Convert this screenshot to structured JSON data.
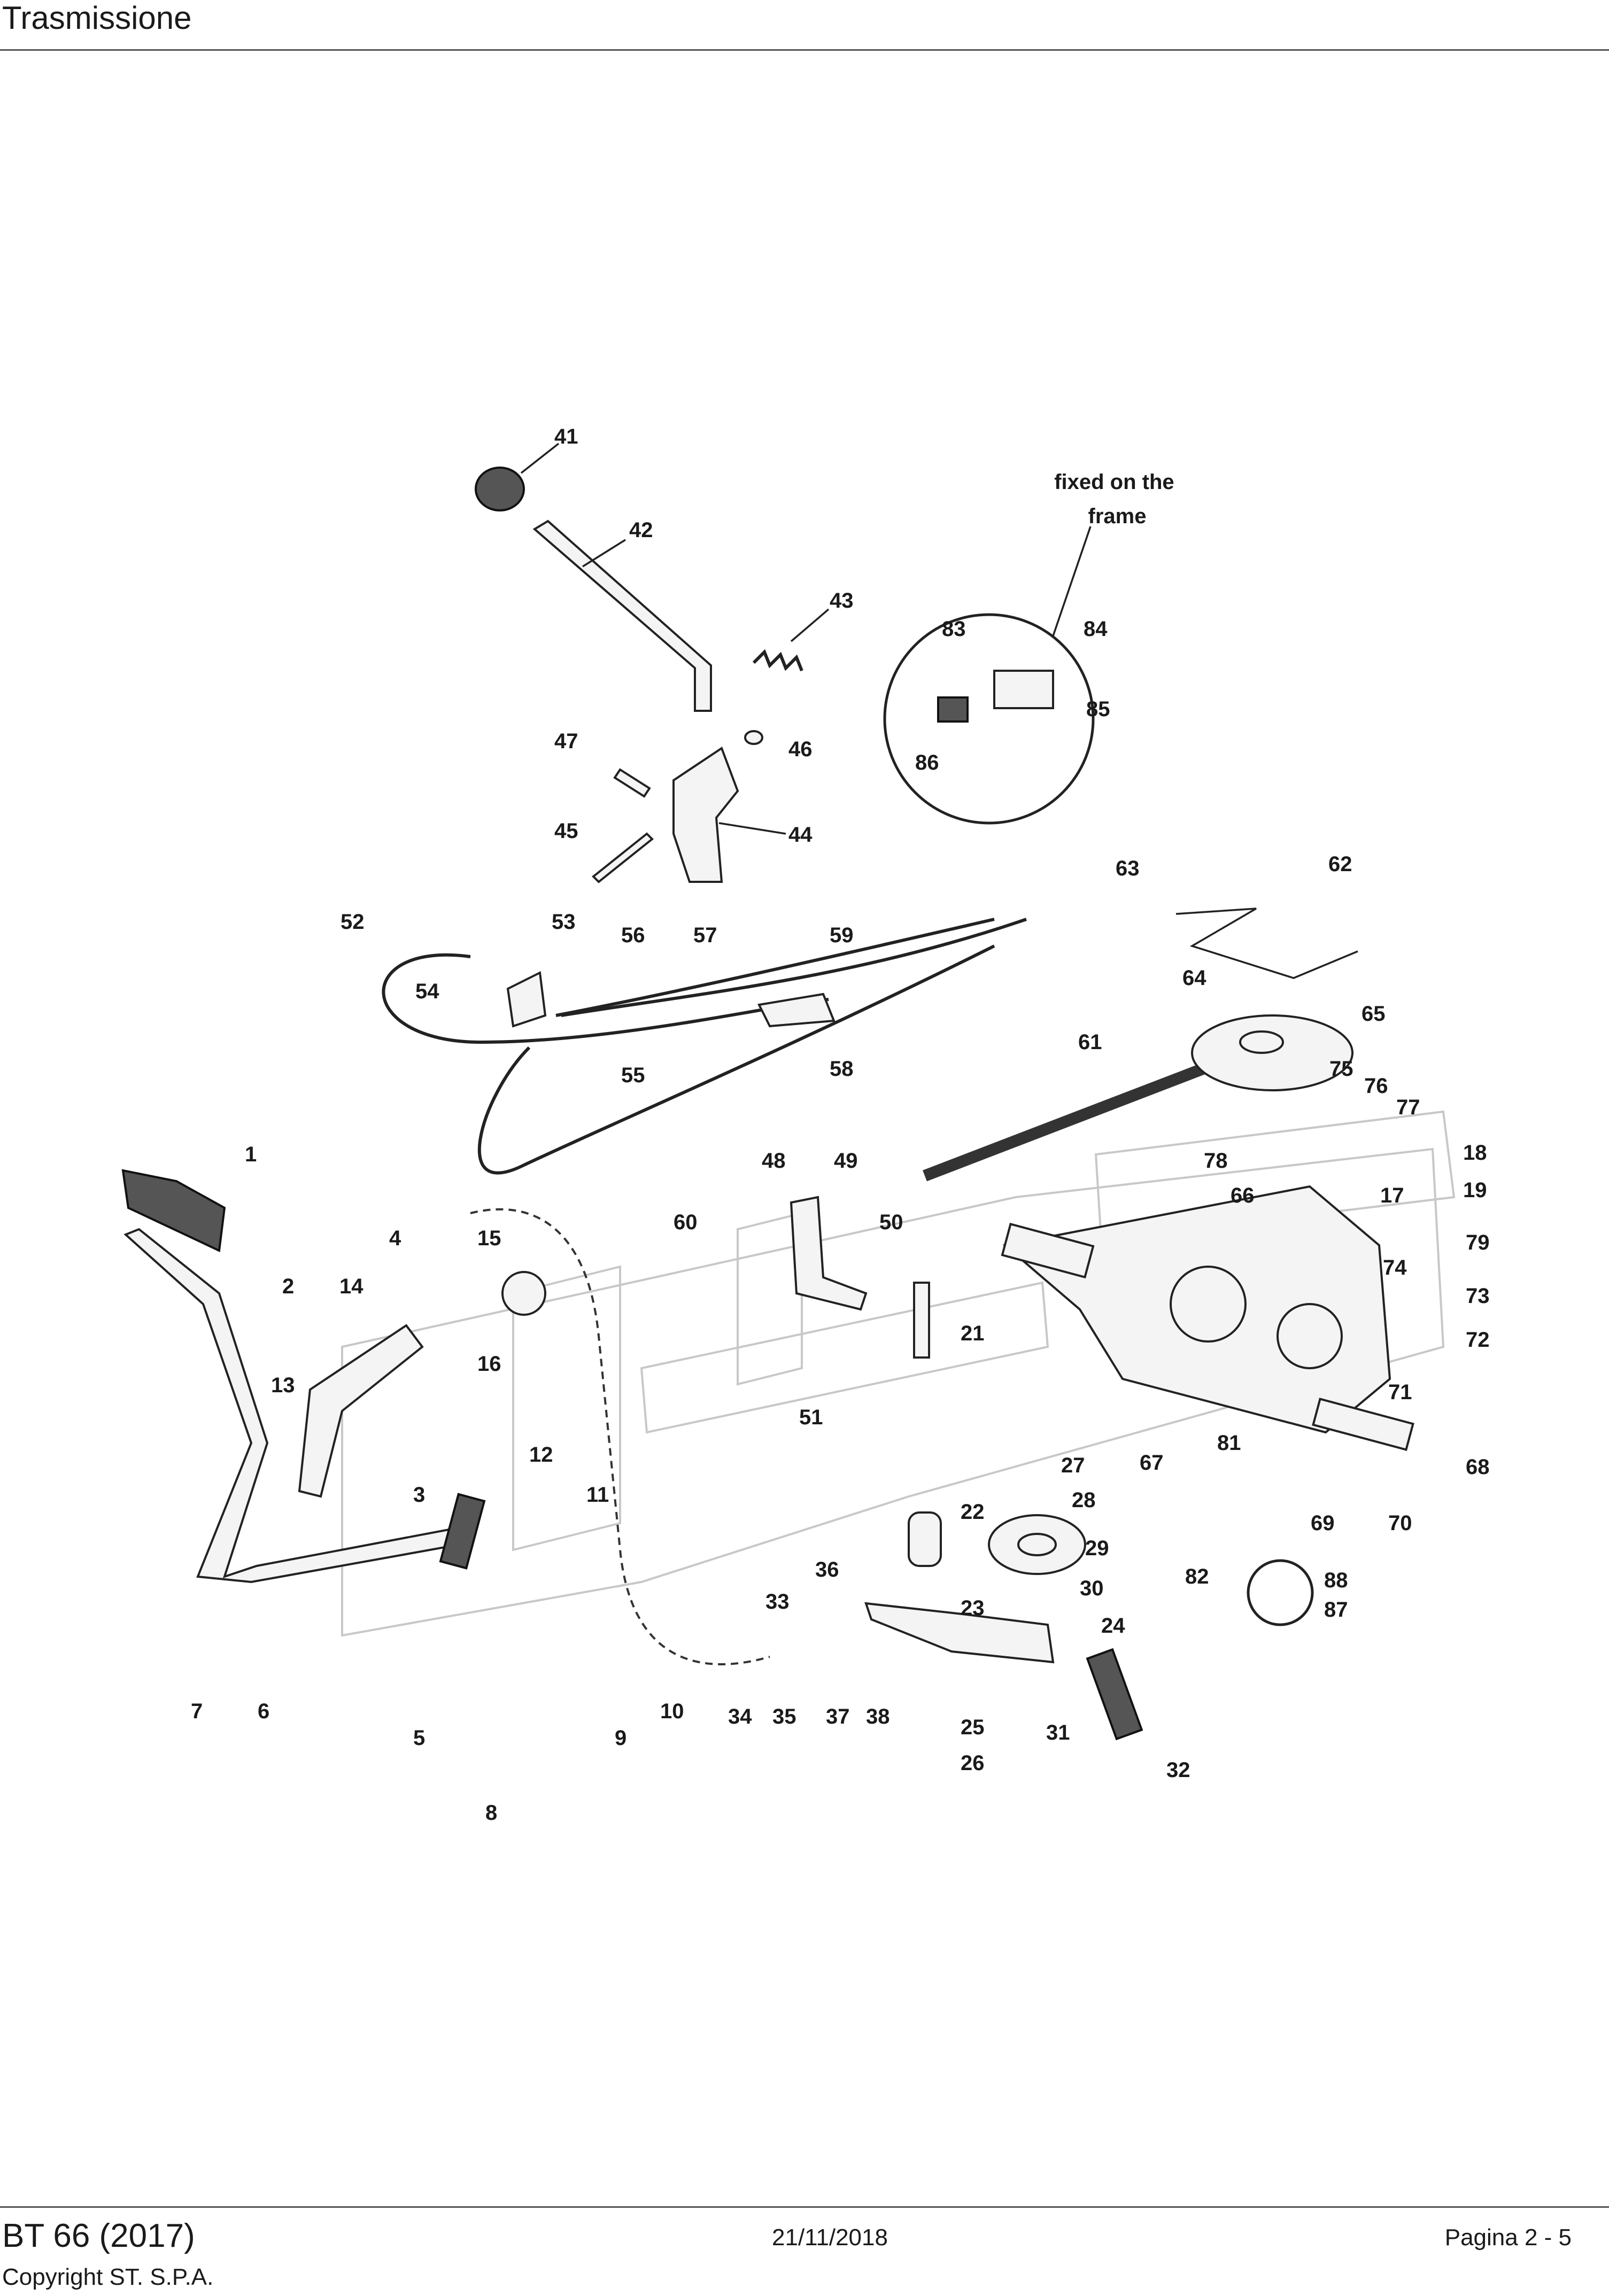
{
  "header": {
    "title": "Trasmissione"
  },
  "inset": {
    "note": "fixed on the\nframe"
  },
  "callouts": [
    "1",
    "2",
    "3",
    "4",
    "5",
    "6",
    "7",
    "8",
    "9",
    "10",
    "11",
    "12",
    "13",
    "14",
    "15",
    "16",
    "17",
    "18",
    "19",
    "21",
    "22",
    "23",
    "24",
    "25",
    "26",
    "27",
    "28",
    "29",
    "30",
    "31",
    "32",
    "33",
    "34",
    "35",
    "36",
    "37",
    "38",
    "41",
    "42",
    "43",
    "44",
    "45",
    "46",
    "47",
    "48",
    "49",
    "50",
    "51",
    "52",
    "53",
    "54",
    "55",
    "56",
    "57",
    "58",
    "59",
    "60",
    "61",
    "62",
    "63",
    "64",
    "65",
    "66",
    "67",
    "68",
    "69",
    "70",
    "71",
    "72",
    "73",
    "74",
    "75",
    "76",
    "77",
    "78",
    "79",
    "81",
    "82",
    "83",
    "84",
    "85",
    "86",
    "87",
    "88"
  ],
  "footer": {
    "model": "BT 66 (2017)",
    "copyright": "Copyright ST. S.P.A.",
    "date": "21/11/2018",
    "page": "Pagina 2 - 5"
  }
}
